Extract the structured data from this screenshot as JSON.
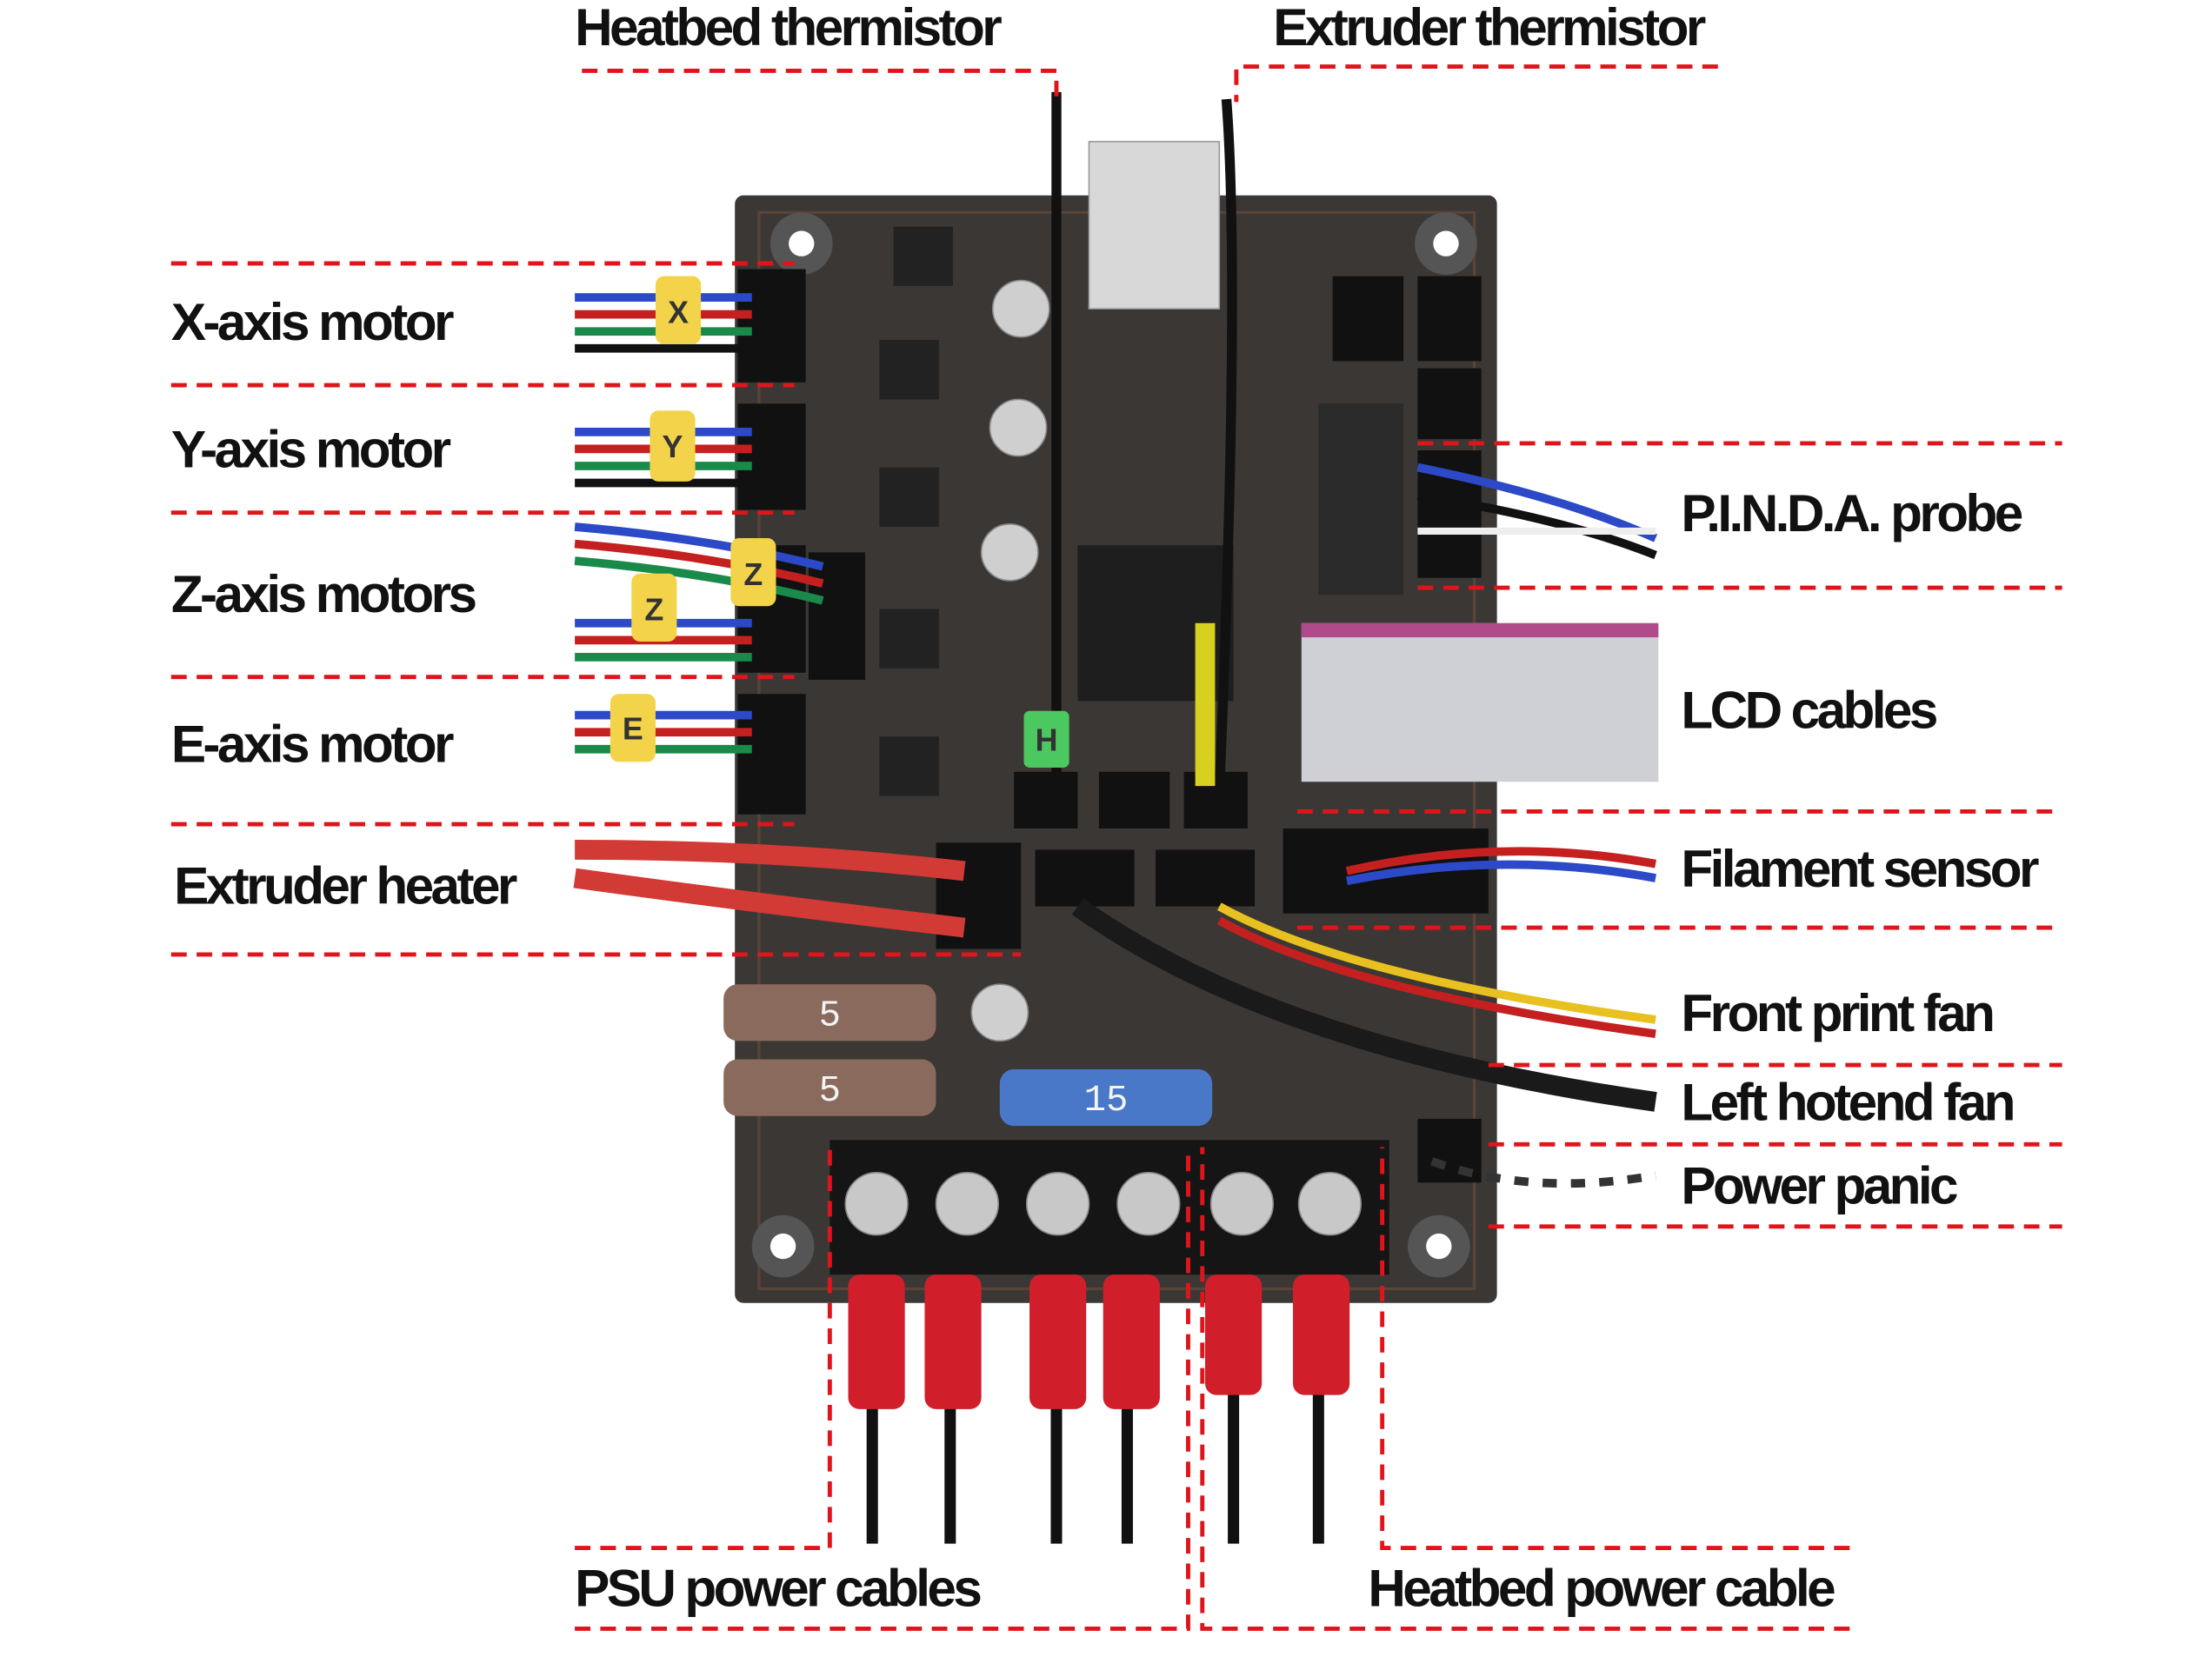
{
  "labels": {
    "heatbed_thermistor": "Heatbed thermistor",
    "extruder_thermistor": "Extruder thermistor",
    "x_axis_motor": "X-axis motor",
    "y_axis_motor": "Y-axis motor",
    "z_axis_motors": "Z-axis motors",
    "e_axis_motor": "E-axis motor",
    "extruder_heater": "Extruder heater",
    "pinda_probe": "P.I.N.D.A. probe",
    "lcd_cables": "LCD cables",
    "filament_sensor": "Filament sensor",
    "front_print_fan": "Front print fan",
    "left_hotend_fan": "Left hotend fan",
    "power_panic": "Power panic",
    "psu_power_cables": "PSU power cables",
    "heatbed_power_cable": "Heatbed power cable"
  },
  "board_markings": {
    "cable_tag_x": "X",
    "cable_tag_y": "Y",
    "cable_tag_z": "Z",
    "cable_tag_e": "E",
    "cable_tag_h": "H",
    "fuse_1": "5",
    "fuse_2": "5",
    "fuse_3": "15"
  },
  "colors": {
    "leader_line": "#e0141b",
    "board": "#3b3735",
    "fuse_brown": "#8a6a5c",
    "fuse_blue": "#4a78c8",
    "ring_terminal": "#d01f2a"
  }
}
